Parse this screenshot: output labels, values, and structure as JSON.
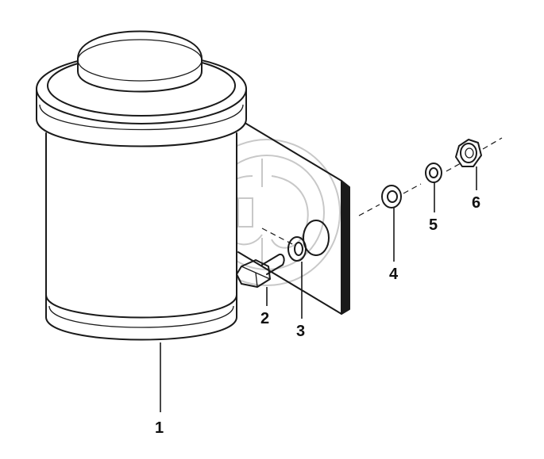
{
  "diagram": {
    "callouts": [
      {
        "id": "1",
        "label": "1"
      },
      {
        "id": "2",
        "label": "2"
      },
      {
        "id": "3",
        "label": "3"
      },
      {
        "id": "4",
        "label": "4"
      },
      {
        "id": "5",
        "label": "5"
      },
      {
        "id": "6",
        "label": "6"
      }
    ]
  },
  "colors": {
    "line": "#1a1a1a",
    "shade": "#1a1a1a",
    "watermark": "#c8c8c8",
    "background": "#ffffff"
  }
}
